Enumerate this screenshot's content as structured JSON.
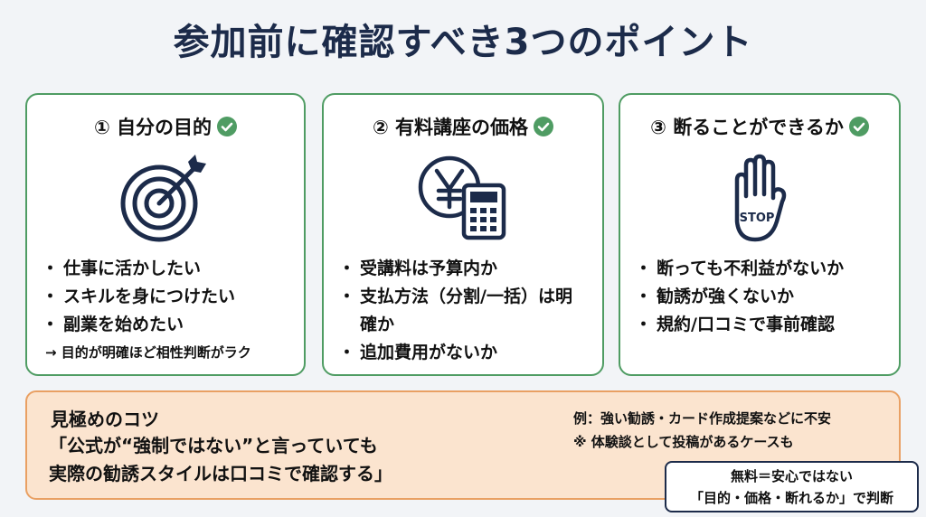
{
  "title": "参加前に確認すべき3つのポイント",
  "colors": {
    "accent_green": "#4f9c63",
    "navy": "#1c2b4a",
    "tips_bg": "#fbe4cf",
    "tips_border": "#e9a063"
  },
  "cards": [
    {
      "heading": "① 自分の目的",
      "icon": "target-icon",
      "bullets": [
        "仕事に活かしたい",
        "スキルを身につけたい",
        "副業を始めたい"
      ],
      "note": "→ 目的が明確ほど相性判断がラク"
    },
    {
      "heading": "② 有料講座の価格",
      "icon": "yen-calculator-icon",
      "bullets": [
        "受講料は予算内か",
        "支払方法（分割/一括）は明確か",
        "追加費用がないか"
      ]
    },
    {
      "heading": "③ 断ることができるか",
      "icon": "stop-hand-icon",
      "icon_text": "STOP",
      "bullets": [
        "断っても不利益がないか",
        "勧誘が強くないか",
        "規約/口コミで事前確認"
      ]
    }
  ],
  "tips": {
    "heading": "見極めのコツ",
    "quote_line1": "「公式が“強制ではない”と言っていても",
    "quote_line2": "実際の勧誘スタイルは口コミで確認する」",
    "example": "例：強い勧誘・カード作成提案などに不安",
    "remark": "※ 体験談として投稿があるケースも"
  },
  "summary": {
    "line1": "無料＝安心ではない",
    "line2": "「目的・価格・断れるか」で判断"
  }
}
